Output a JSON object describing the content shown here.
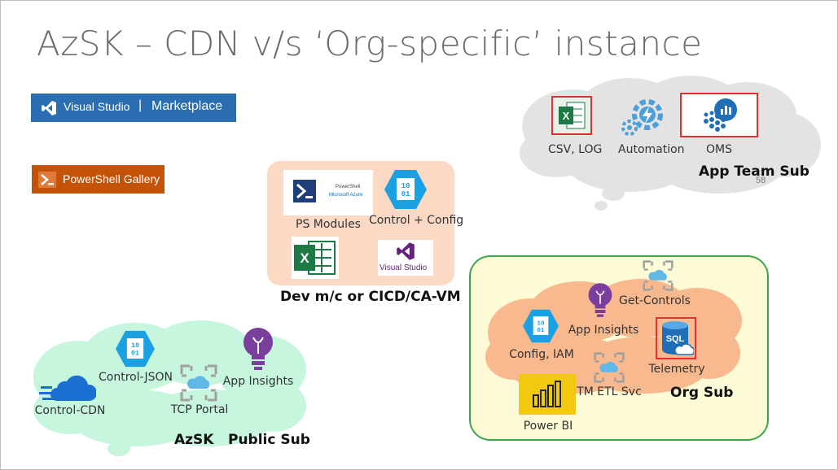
{
  "slide": {
    "title": "AzSK   – CDN v/s ‘Org-specific’ instance",
    "page_number": "58"
  },
  "logos": {
    "vs_marketplace": {
      "left": "Visual Studio",
      "right": "Marketplace"
    },
    "powershell_gallery": "PowerShell Gallery"
  },
  "app_team": {
    "csv_log": "CSV, LOG",
    "automation": "Automation",
    "oms": "OMS",
    "group_label": "App Team Sub"
  },
  "dev": {
    "ps_modules": "PS Modules",
    "ps_tile_line1": "PowerShell",
    "ps_tile_line2": "Microsoft Azure",
    "control_config": "Control + Config",
    "vs_tile": "Visual Studio",
    "group_label": "Dev m/c or CICD/CA-VM"
  },
  "public": {
    "control_json": "Control-JSON",
    "app_insights": "App Insights",
    "control_cdn": "Control-CDN",
    "tcp_portal": "TCP Portal",
    "azsk_label": "AzSK",
    "group_label": "Public Sub"
  },
  "org": {
    "get_controls": "Get-Controls",
    "app_insights": "App Insights",
    "config_iam": "Config, IAM",
    "telemetry": "Telemetry",
    "tm_etl": "TM ETL Svc",
    "power_bi": "Power BI",
    "sql": "SQL",
    "group_label": "Org Sub"
  },
  "config_icon_text": {
    "l1": "10",
    "l2": "01"
  },
  "colors": {
    "title_gray": "#6b6b6b",
    "cloud_gray": "#e3e3e3",
    "peach": "#fbd9c4",
    "cloud_orange": "#f7b98d",
    "cloud_green": "#c6f6dd",
    "org_box": "#fdfbd6",
    "org_border": "#3aa64b",
    "azure_blue": "#1ba1e2",
    "red_outline": "#e03030"
  }
}
